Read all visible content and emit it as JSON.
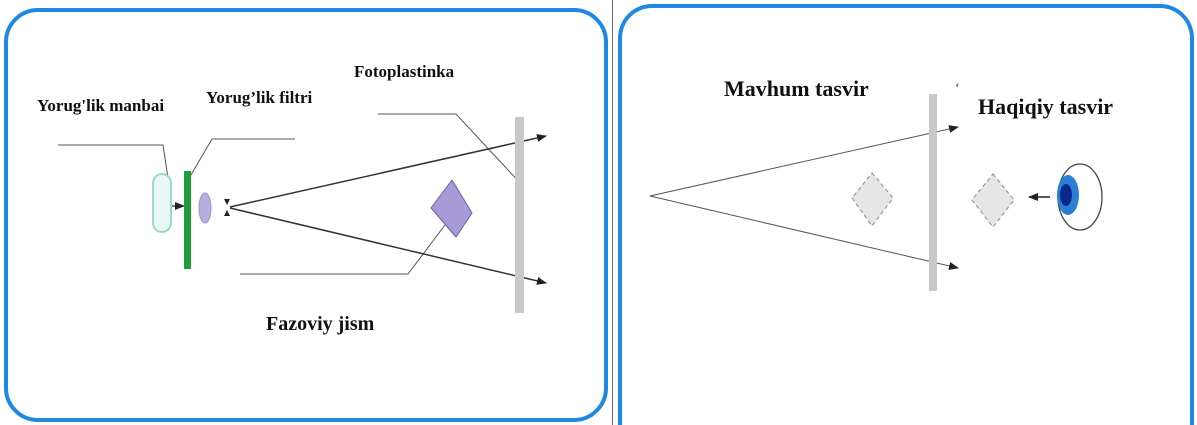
{
  "left_panel": {
    "labels": {
      "light_source": "Yorug'lik manbai",
      "light_filter": "Yorug’lik filtri",
      "photo_plate": "Fotoplastinka",
      "object": "Fazoviy jism"
    }
  },
  "right_panel": {
    "labels": {
      "virtual_image": "Mavhum tasvir",
      "real_image": "Haqiqiy tasvir"
    }
  },
  "colors": {
    "border": "#1e88e5",
    "filter": "#1e9e3a",
    "lens": "#b9aee0",
    "object": "#a79ad6",
    "plate": "#c8c8c8",
    "eye_iris": "#2a7fd4",
    "eye_pupil": "#0a2a8a"
  }
}
